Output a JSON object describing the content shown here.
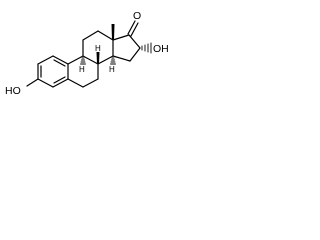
{
  "molecule": {
    "ring_a": {
      "hydroxyl_label": "HO"
    },
    "ring_b": {
      "stereo_h_c9": "H"
    },
    "ring_c": {
      "stereo_h_c8": "H",
      "c13_methyl": "methyl-wedge"
    },
    "ring_d": {
      "ketone_label": "O",
      "hydroxyl_label": "OH",
      "stereo_h_c14": "H"
    }
  }
}
